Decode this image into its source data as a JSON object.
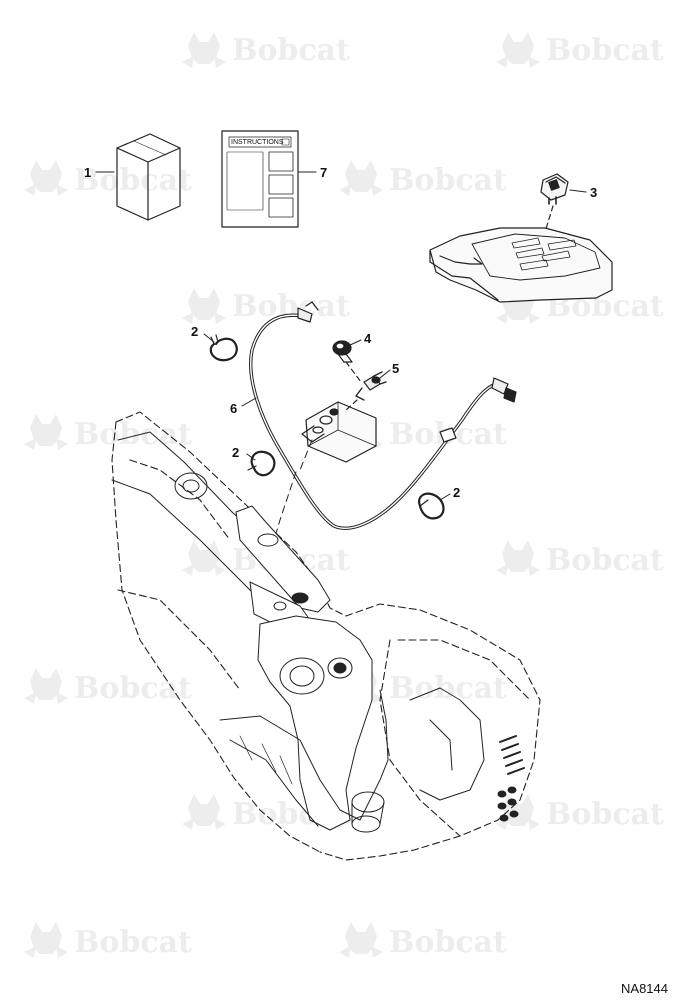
{
  "watermark": {
    "brand": "Bobcat"
  },
  "parts": [
    {
      "number": "1",
      "name": "kit-box"
    },
    {
      "number": "7",
      "name": "instructions-sheet"
    },
    {
      "number": "3",
      "name": "rocker-switch"
    },
    {
      "number": "2",
      "name": "cable-clamp"
    },
    {
      "number": "4",
      "name": "pressure-switch"
    },
    {
      "number": "5",
      "name": "tee-fitting"
    },
    {
      "number": "6",
      "name": "wire-harness"
    },
    {
      "number": "2",
      "name": "cable-clamp"
    },
    {
      "number": "2",
      "name": "cable-clamp"
    }
  ],
  "instructions_heading": "INSTRUCTIONS",
  "figure_code": "NA8144",
  "colors": {
    "line": "#222222",
    "watermark": "#ededed"
  }
}
